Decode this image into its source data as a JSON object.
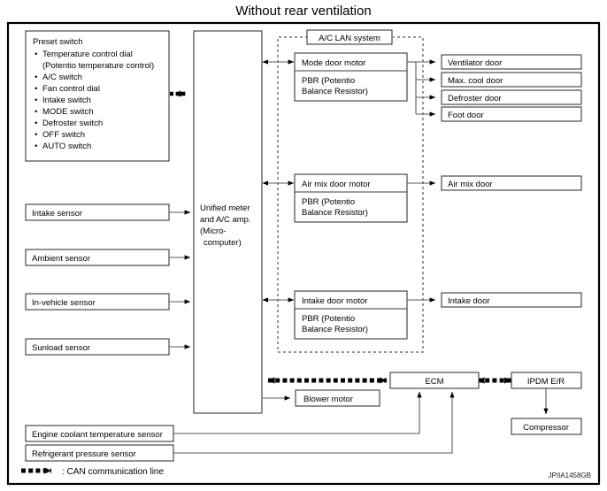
{
  "title": "Without rear ventilation",
  "figure_id": "JPIIA1458GB",
  "legend": {
    "can_label": ": CAN communication line"
  },
  "preset_switch": {
    "heading": "Preset switch",
    "items": [
      "Temperature control dial",
      "(Potentio temperature control)",
      "A/C switch",
      "Fan control dial",
      "Intake switch",
      "MODE switch",
      "Defroster switch",
      "OFF switch",
      "AUTO switch"
    ]
  },
  "controller": {
    "line1": "Unified meter",
    "line2": "and A/C amp.",
    "line3": "(Micro-",
    "line4": "computer)"
  },
  "lan": {
    "label": "A/C LAN system",
    "motors": [
      {
        "name": "Mode door motor",
        "pbr_line1": "PBR (Potentio",
        "pbr_line2": "Balance Resistor)"
      },
      {
        "name": "Air mix door motor",
        "pbr_line1": "PBR (Potentio",
        "pbr_line2": "Balance Resistor)"
      },
      {
        "name": "Intake door motor",
        "pbr_line1": "PBR (Potentio",
        "pbr_line2": "Balance Resistor)"
      }
    ]
  },
  "mode_doors": [
    "Ventilator door",
    "Max. cool door",
    "Defroster door",
    "Foot door"
  ],
  "air_mix_door": "Air mix door",
  "intake_door": "Intake door",
  "sensors": [
    "Intake sensor",
    "Ambient sensor",
    "In-vehicle sensor",
    "Sunload sensor"
  ],
  "bottom_sensors": [
    "Engine coolant temperature sensor",
    "Refrigerant pressure sensor"
  ],
  "bottom_modules": {
    "blower_motor": "Blower motor",
    "ecm": "ECM",
    "ipdm": "IPDM E/R",
    "compressor": "Compressor"
  },
  "colors": {
    "ink": "#000000",
    "box_stroke": "#3a3a3a",
    "wire": "#5a5a5a",
    "dash": "#555555",
    "background": "#ffffff"
  }
}
